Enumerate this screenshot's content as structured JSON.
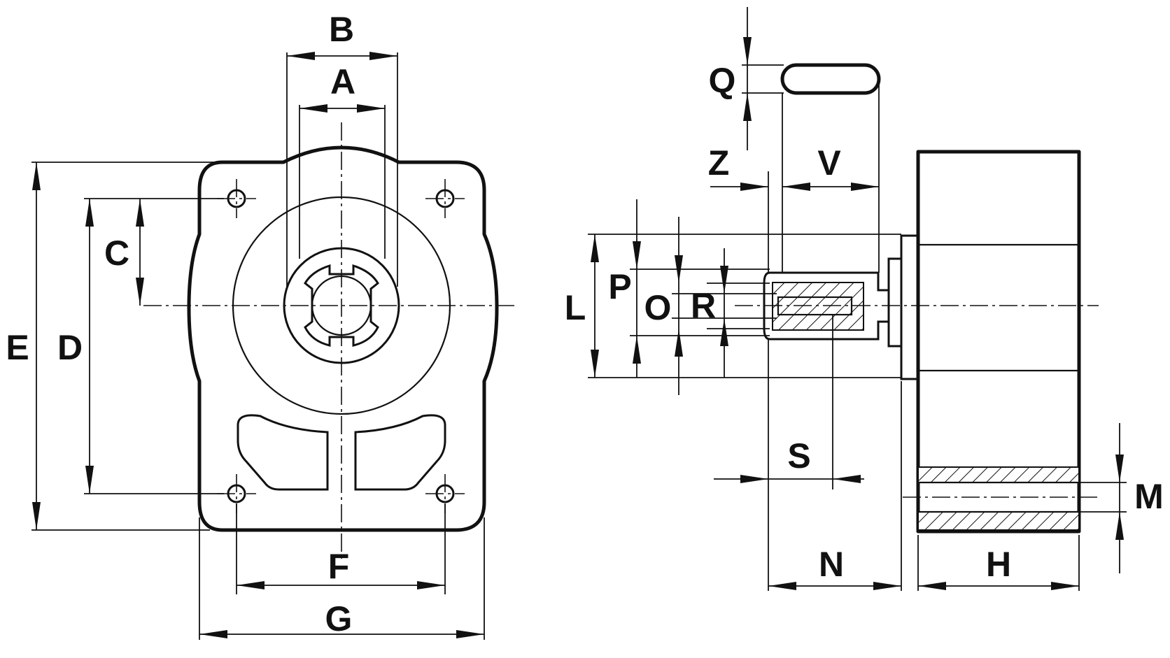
{
  "labels": {
    "A": "A",
    "B": "B",
    "C": "C",
    "D": "D",
    "E": "E",
    "F": "F",
    "G": "G",
    "H": "H",
    "L": "L",
    "M": "M",
    "N": "N",
    "O": "O",
    "P": "P",
    "Q": "Q",
    "R": "R",
    "S": "S",
    "V": "V",
    "Z": "Z"
  }
}
